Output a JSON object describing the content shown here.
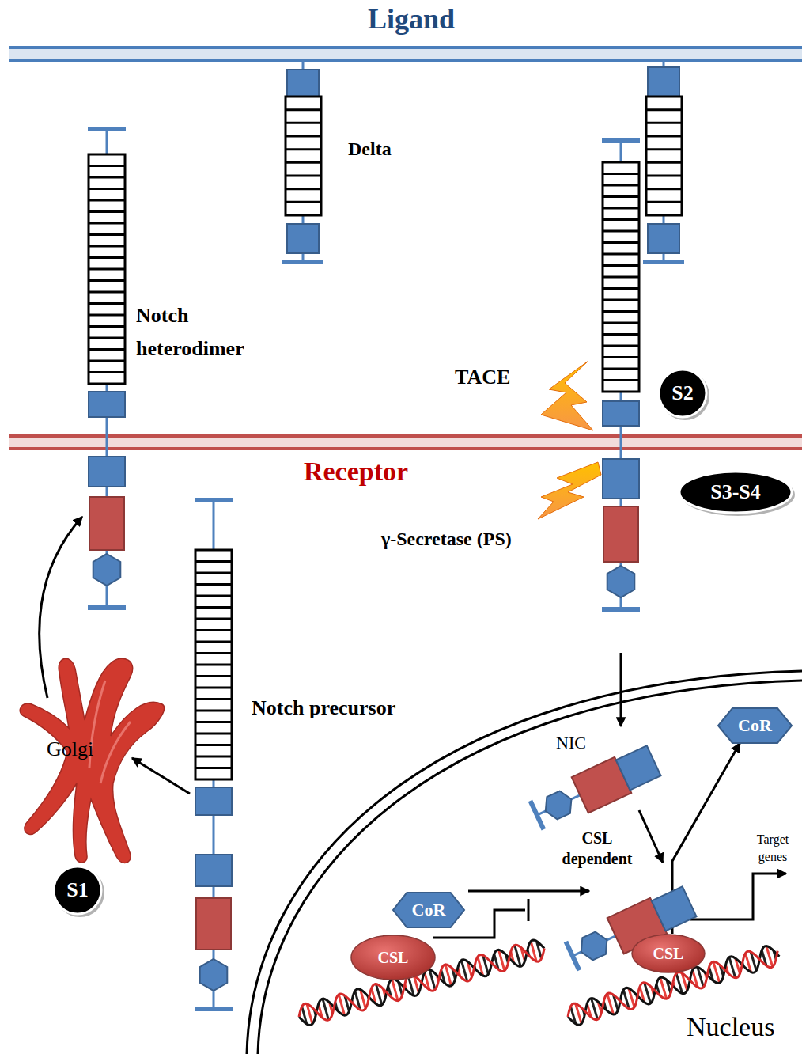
{
  "diagram": {
    "nodes": [
      {
        "text": [
          "S2"
        ]
      },
      {
        "text": [
          "S3-S4"
        ]
      },
      {
        "text": [
          "Golgi"
        ]
      },
      {
        "text": [
          "S1"
        ]
      },
      {
        "text": [
          "Nucleus"
        ]
      },
      {
        "text": [
          "CoR"
        ],
        "in": 4
      },
      {
        "text": [
          "CoR"
        ],
        "in": 4
      },
      {
        "text": [
          "CSL"
        ],
        "in": 4
      },
      {
        "text": [
          "CSL"
        ],
        "in": 4
      }
    ],
    "edges": [
      {
        "from": 8,
        "to": 5,
        "arrow": "to"
      }
    ],
    "labels": [
      "Ligand",
      "Delta",
      "Notch heterodimer",
      "TACE",
      "Receptor",
      "γ-Secretase (PS)",
      "Notch precursor",
      "NIC",
      "CSL dependent",
      "Target genes"
    ]
  }
}
